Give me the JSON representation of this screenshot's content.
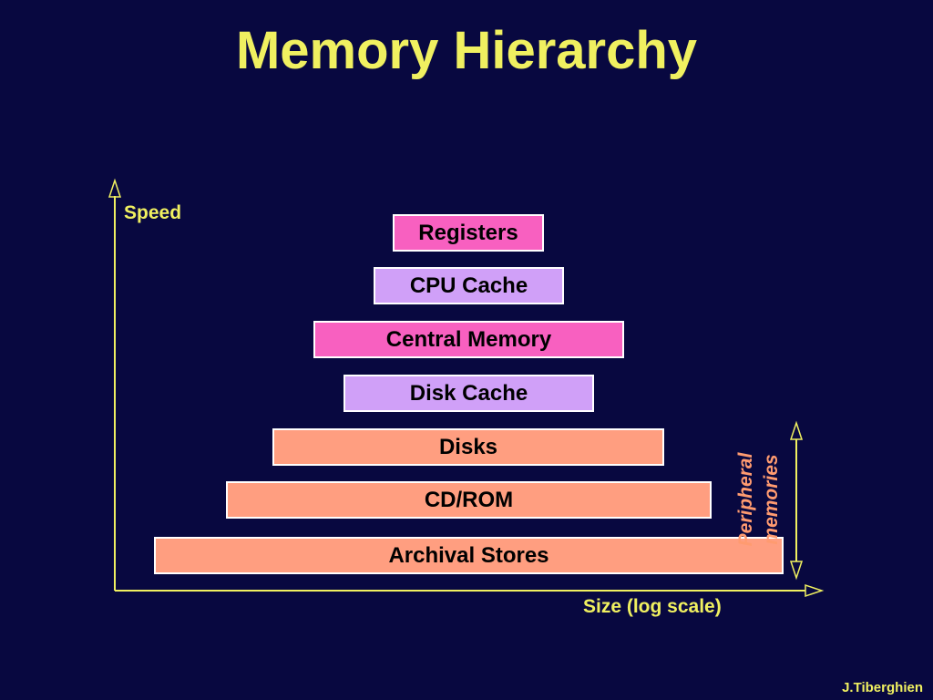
{
  "slide": {
    "title": "Memory Hierarchy",
    "credit": "J.Tiberghien"
  },
  "axes": {
    "y_label": "Speed",
    "x_label": "Size (log scale)"
  },
  "layers": [
    {
      "label": "Registers",
      "color": "#f860c0"
    },
    {
      "label": "CPU Cache",
      "color": "#d0a0f8"
    },
    {
      "label": "Central Memory",
      "color": "#f860c0"
    },
    {
      "label": "Disk Cache",
      "color": "#d0a0f8"
    },
    {
      "label": "Disks",
      "color": "#ff9e80"
    },
    {
      "label": "CD/ROM",
      "color": "#ff9e80"
    },
    {
      "label": "Archival Stores",
      "color": "#ff9e80"
    }
  ],
  "peripheral": {
    "line1": "Peripheral",
    "line2": "memories"
  },
  "colors": {
    "background": "#080840",
    "accent": "#f0f060",
    "peripheral_text": "#ff9b70"
  }
}
